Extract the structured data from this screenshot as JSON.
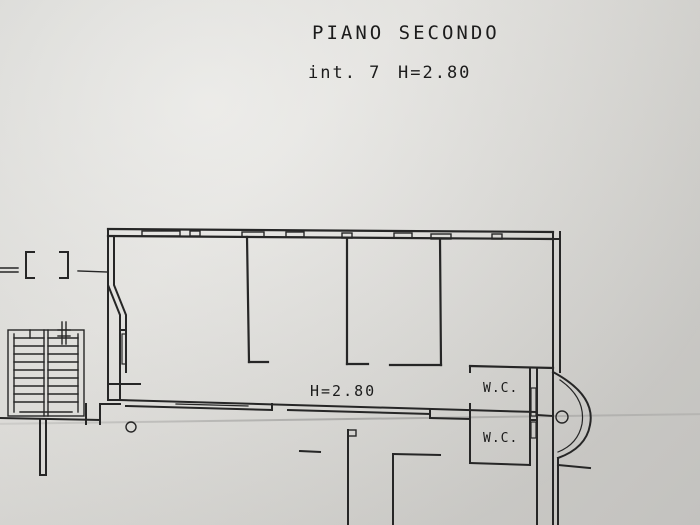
{
  "drawing": {
    "title": "PIANO SECONDO",
    "unit_label": "int. 7",
    "height_label": "H=2.80"
  },
  "rooms": {
    "main_height_label": "H=2.80",
    "wc_upper_label": "W.C.",
    "wc_lower_label": "W.C."
  }
}
